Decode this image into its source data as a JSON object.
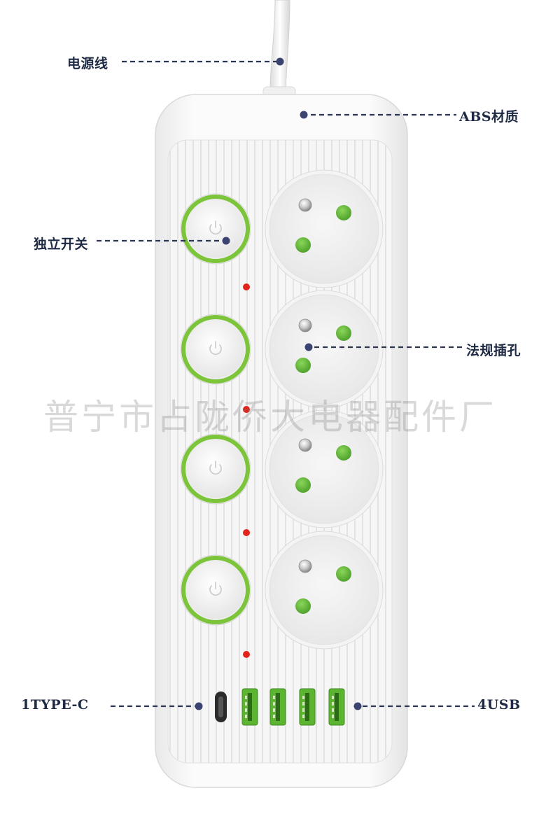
{
  "labels": {
    "power_cord": "电源线",
    "abs_material": "ABS材质",
    "independent_switch": "独立开关",
    "regulation_socket": "法规插孔",
    "type_c": "1TYPE-C",
    "usb": "4USB"
  },
  "watermark": "普宁市占陇侨大电器配件厂",
  "device": {
    "outlet_count": 4,
    "switch_count": 4,
    "indicator_count": 4,
    "usb_a_count": 4,
    "usb_c_count": 1
  },
  "colors": {
    "label_text": "#1f2a44",
    "callout_line": "#2c3552",
    "accent_green": "#7cc43a",
    "pin_green": "#5db532",
    "indicator_red": "#e2231a",
    "body_white": "#f4f4f4"
  }
}
